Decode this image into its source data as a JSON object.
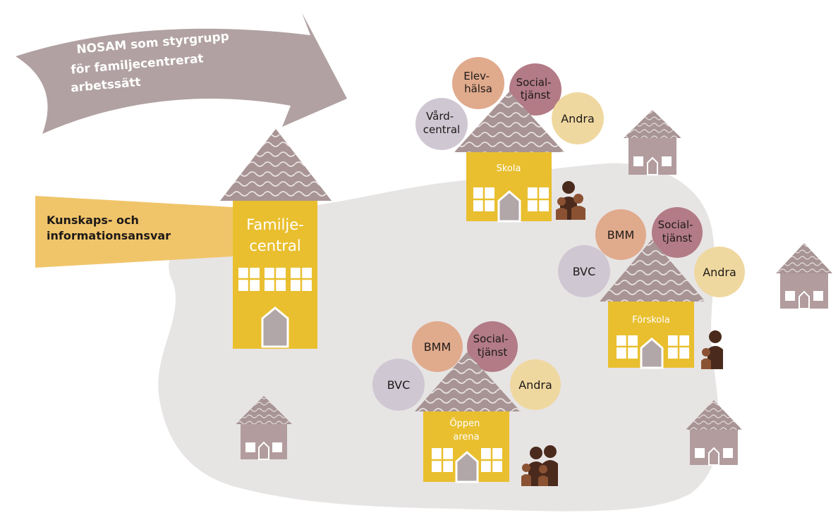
{
  "colors": {
    "blob": "#e7e4e4",
    "arrow": "#b1a1a2",
    "mauve_house": "#b29c9e",
    "roof": "#a89494",
    "yellow": "#e9bf2f",
    "door": "#b1a6a8",
    "peach": "#e0aa8c",
    "wine": "#b27b86",
    "lilac": "#cfc7d2",
    "cream": "#efd8a0",
    "banner": "#f0c56a",
    "person_dark": "#4a2a1c",
    "person_mid": "#8a5232"
  },
  "arrow": {
    "line1": "NOSAM som styrgrupp",
    "line2": "för familjecentrerat",
    "line3": "arbetssätt"
  },
  "banner": {
    "line1": "Kunskaps- och",
    "line2": "informationsansvar"
  },
  "familjecentral": {
    "line1": "Familje-",
    "line2": "central"
  },
  "skola": {
    "label": "Skola",
    "circles": {
      "elev_1": "Elev-",
      "elev_2": "hälsa",
      "social_1": "Social-",
      "social_2": "tjänst",
      "vard_1": "Vård-",
      "vard_2": "central",
      "andra": "Andra"
    }
  },
  "forskola": {
    "label": "Förskola",
    "circles": {
      "bmm": "BMM",
      "social_1": "Social-",
      "social_2": "tjänst",
      "bvc": "BVC",
      "andra": "Andra"
    }
  },
  "oppen": {
    "line1": "Öppen",
    "line2": "arena",
    "circles": {
      "bmm": "BMM",
      "social_1": "Social-",
      "social_2": "tjänst",
      "bvc": "BVC",
      "andra": "Andra"
    }
  }
}
